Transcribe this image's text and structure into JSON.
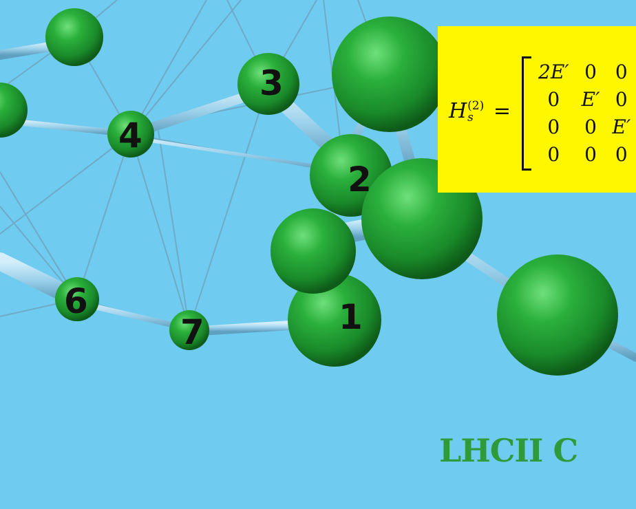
{
  "diagram": {
    "background": "#6fcbf0",
    "sphere_color": "#2aa03a",
    "bond_color": "#9fd3ee",
    "node_numbers": [
      "1",
      "2",
      "3",
      "4",
      "6",
      "7"
    ]
  },
  "formula": {
    "background": "#fff700",
    "lhs_symbol": "H",
    "lhs_sup": "(2)",
    "lhs_sub": "s",
    "lhs_equals": "=",
    "rows": [
      [
        "2E′",
        "0",
        "0"
      ],
      [
        "0",
        "E′",
        "0"
      ],
      [
        "0",
        "0",
        "E′"
      ],
      [
        "0",
        "0",
        "0"
      ]
    ]
  },
  "caption": {
    "label": "LHCII C",
    "color": "#2f9a3a"
  }
}
